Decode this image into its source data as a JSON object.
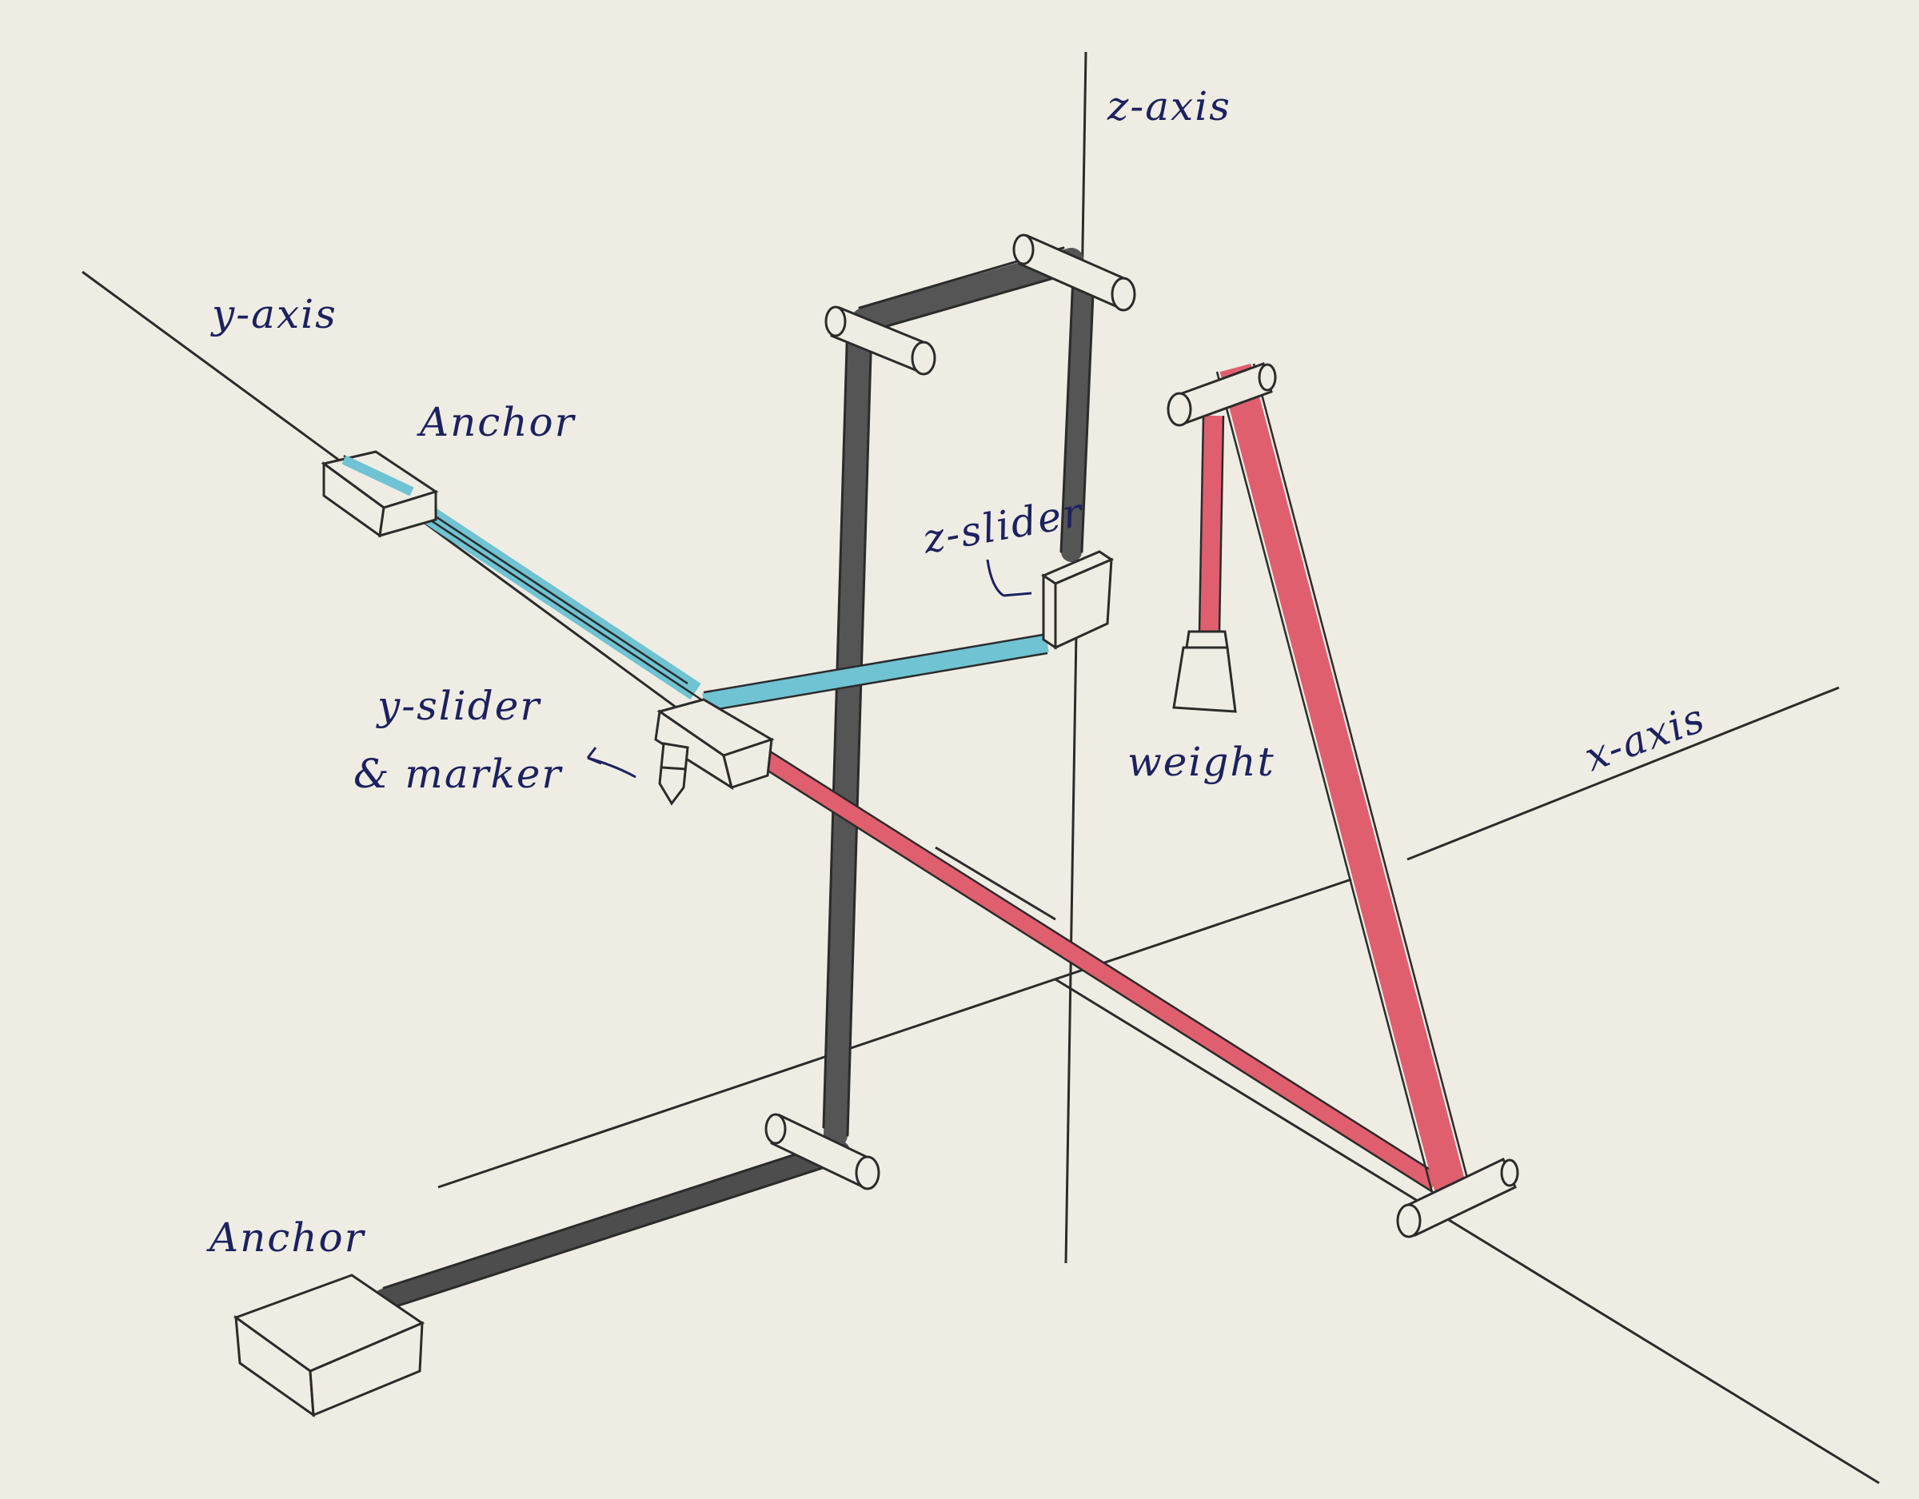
{
  "labels": {
    "z_axis": "z-axis",
    "y_axis": "y-axis",
    "x_axis": "x-axis",
    "anchor_top": "Anchor",
    "anchor_bottom": "Anchor",
    "z_slider": "z-slider",
    "y_slider_line1": "y-slider",
    "y_slider_line2": "& marker",
    "weight": "weight"
  },
  "colors": {
    "paper": "#efede3",
    "ink": "#1c2160",
    "pencil": "#2b2b2b",
    "black_string": "#555555",
    "blue_string": "#6fc3d3",
    "red_string": "#e05f6e"
  }
}
